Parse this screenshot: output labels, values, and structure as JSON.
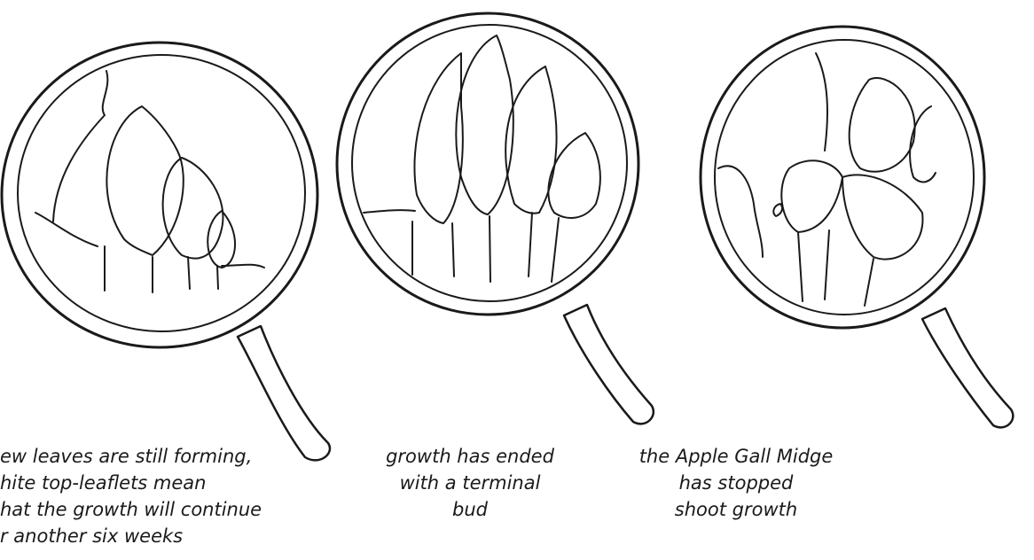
{
  "captions": [
    {
      "lines": [
        "ew leaves are still forming,",
        "hite top-leaflets mean",
        "hat the growth will continue",
        "r another six weeks"
      ]
    },
    {
      "lines": [
        "growth has ended",
        "with a terminal",
        "bud"
      ]
    },
    {
      "lines": [
        "the Apple Gall Midge",
        "has stopped",
        "shoot growth"
      ]
    }
  ]
}
